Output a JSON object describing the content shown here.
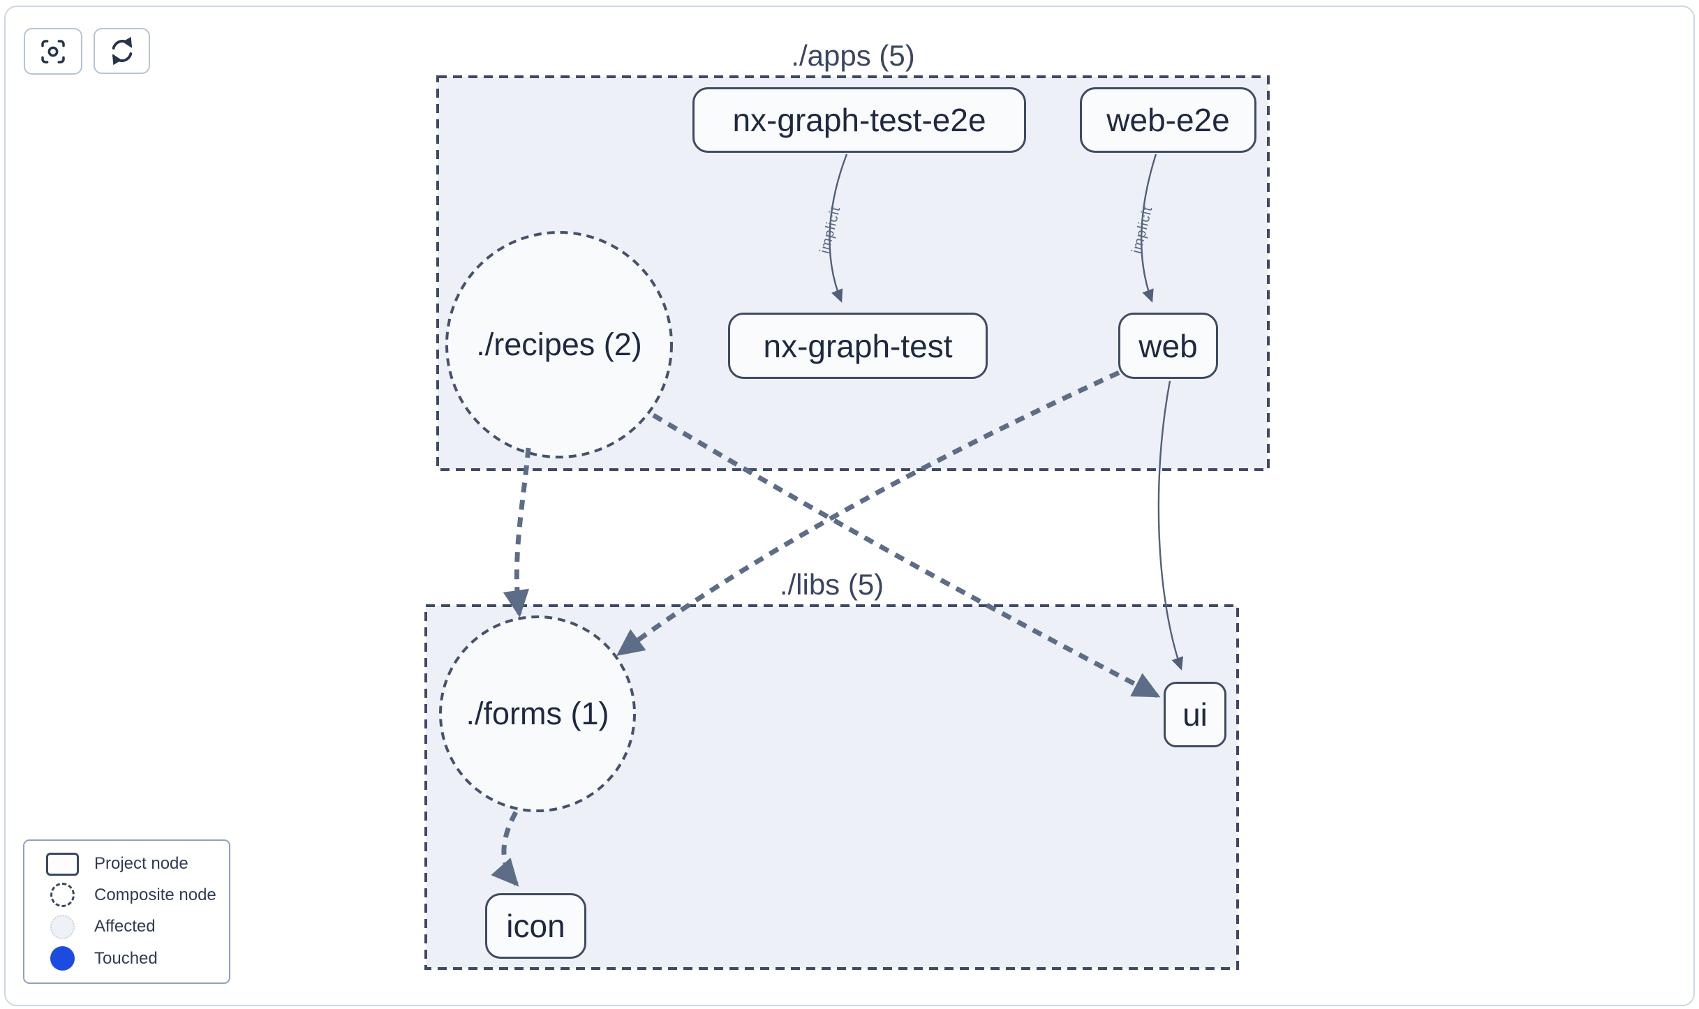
{
  "toolbar": {
    "buttons": [
      {
        "name": "zoom-to-fit",
        "icon": "scan-focus-icon"
      },
      {
        "name": "refresh",
        "icon": "refresh-icon"
      }
    ]
  },
  "graph": {
    "groups": [
      {
        "id": "apps",
        "label": "./apps (5)"
      },
      {
        "id": "libs",
        "label": "./libs (5)"
      }
    ],
    "project_nodes": [
      {
        "id": "nx-graph-test-e2e",
        "label": "nx-graph-test-e2e",
        "group": "apps"
      },
      {
        "id": "web-e2e",
        "label": "web-e2e",
        "group": "apps"
      },
      {
        "id": "nx-graph-test",
        "label": "nx-graph-test",
        "group": "apps"
      },
      {
        "id": "web",
        "label": "web",
        "group": "apps"
      },
      {
        "id": "ui",
        "label": "ui",
        "group": "libs"
      },
      {
        "id": "icon",
        "label": "icon",
        "group": "libs"
      }
    ],
    "composite_nodes": [
      {
        "id": "recipes",
        "label": "./recipes (2)",
        "group": "apps"
      },
      {
        "id": "forms",
        "label": "./forms (1)",
        "group": "libs"
      }
    ],
    "edges": [
      {
        "from": "nx-graph-test-e2e",
        "to": "nx-graph-test",
        "label": "implicit",
        "style": "solid-thin"
      },
      {
        "from": "web-e2e",
        "to": "web",
        "label": "implicit",
        "style": "solid-thin"
      },
      {
        "from": "recipes",
        "to": "forms",
        "style": "dashed-thick"
      },
      {
        "from": "recipes",
        "to": "ui",
        "style": "dashed-thick"
      },
      {
        "from": "web",
        "to": "forms",
        "style": "dashed-thick"
      },
      {
        "from": "web",
        "to": "ui",
        "style": "solid-thin"
      },
      {
        "from": "forms",
        "to": "icon",
        "style": "dashed-thick"
      }
    ]
  },
  "legend": {
    "items": [
      {
        "label": "Project node",
        "swatch": "project-node-swatch"
      },
      {
        "label": "Composite node",
        "swatch": "composite-node-swatch"
      },
      {
        "label": "Affected",
        "swatch": "affected-swatch"
      },
      {
        "label": "Touched",
        "swatch": "touched-swatch"
      }
    ]
  },
  "colors": {
    "group_fill": "#edf1f7",
    "node_fill": "#fafbfd",
    "outline": "#3f4b63",
    "edge": "#5d6d87",
    "thin_edge": "#525f79",
    "text": "#1e2940",
    "touched_blue": "#1b4be0",
    "frame_border": "#ccd7e3"
  }
}
